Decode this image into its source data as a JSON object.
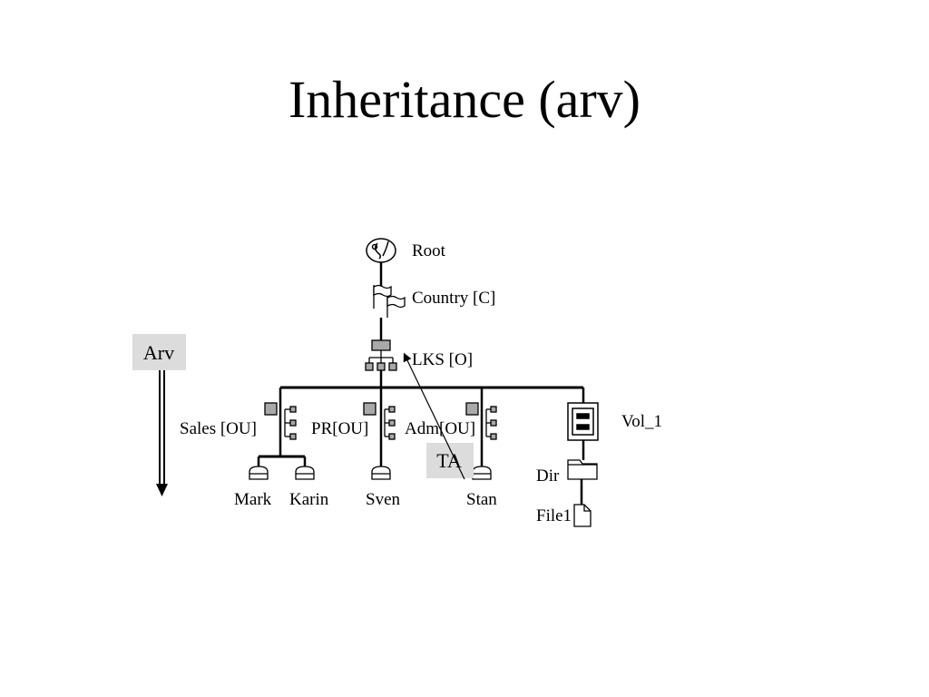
{
  "slide": {
    "title": "Inheritance (arv)"
  },
  "tree": {
    "root": "Root",
    "country": "Country [C]",
    "organization": "LKS [O]",
    "units": [
      "Sales [OU]",
      "PR[OU]",
      "Adm[OU]"
    ],
    "users": [
      "Mark",
      "Karin",
      "Sven",
      "Stan"
    ],
    "volume": "Vol_1",
    "directory": "Dir",
    "file": "File1"
  },
  "annotations": {
    "arv_box": "Arv",
    "ta_box": "TA"
  },
  "colors": {
    "gray_box": "#dcdcdc",
    "node_fill": "#a9a9a9"
  }
}
